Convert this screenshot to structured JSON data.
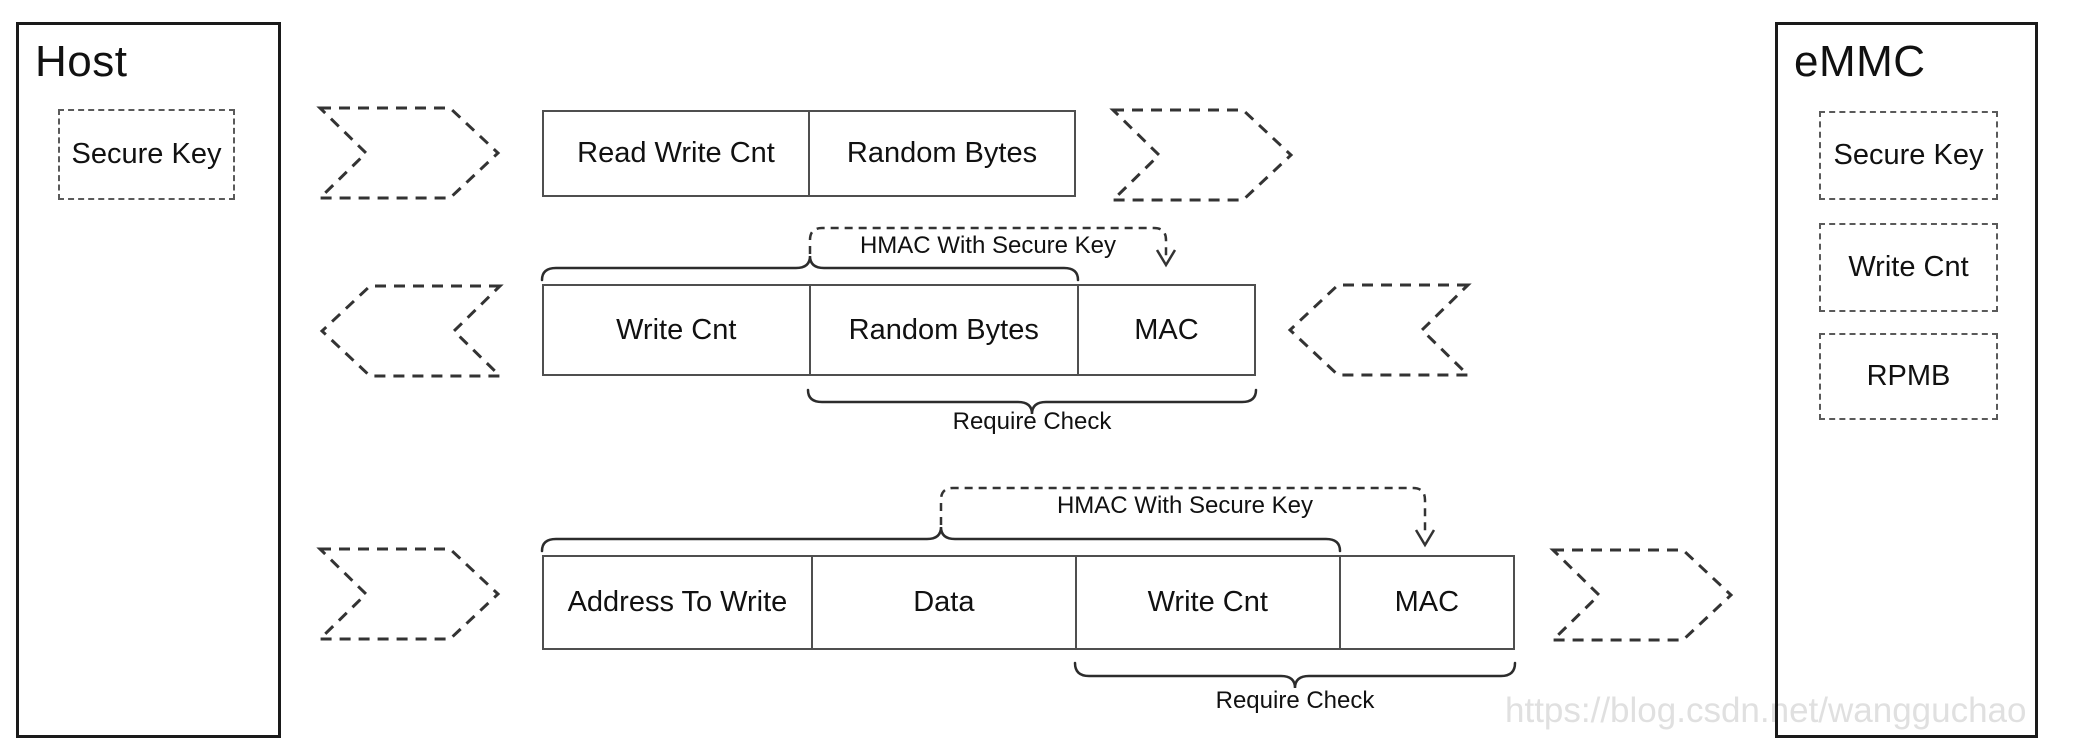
{
  "host_panel": {
    "title": "Host",
    "items": [
      {
        "label": "Secure Key"
      }
    ]
  },
  "emmc_panel": {
    "title": "eMMC",
    "items": [
      {
        "label": "Secure Key"
      },
      {
        "label": "Write Cnt"
      },
      {
        "label": "RPMB"
      }
    ]
  },
  "flow1": {
    "direction": "host-to-emmc",
    "cells": [
      "Read Write Cnt",
      "Random Bytes"
    ]
  },
  "flow2": {
    "direction": "emmc-to-host",
    "cells": [
      "Write Cnt",
      "Random Bytes",
      "MAC"
    ],
    "hmac_label": "HMAC With Secure Key",
    "check_label": "Require Check"
  },
  "flow3": {
    "direction": "host-to-emmc",
    "cells": [
      "Address To Write",
      "Data",
      "Write Cnt",
      "MAC"
    ],
    "hmac_label": "HMAC With Secure Key",
    "check_label": "Require Check"
  },
  "watermark": "https://blog.csdn.net/wangguchao",
  "colors": {
    "line": "#333333",
    "box_border": "#4f4f4f",
    "panel_border": "#1a1a1a",
    "text": "#111111",
    "watermark": "#e0e0e0"
  }
}
